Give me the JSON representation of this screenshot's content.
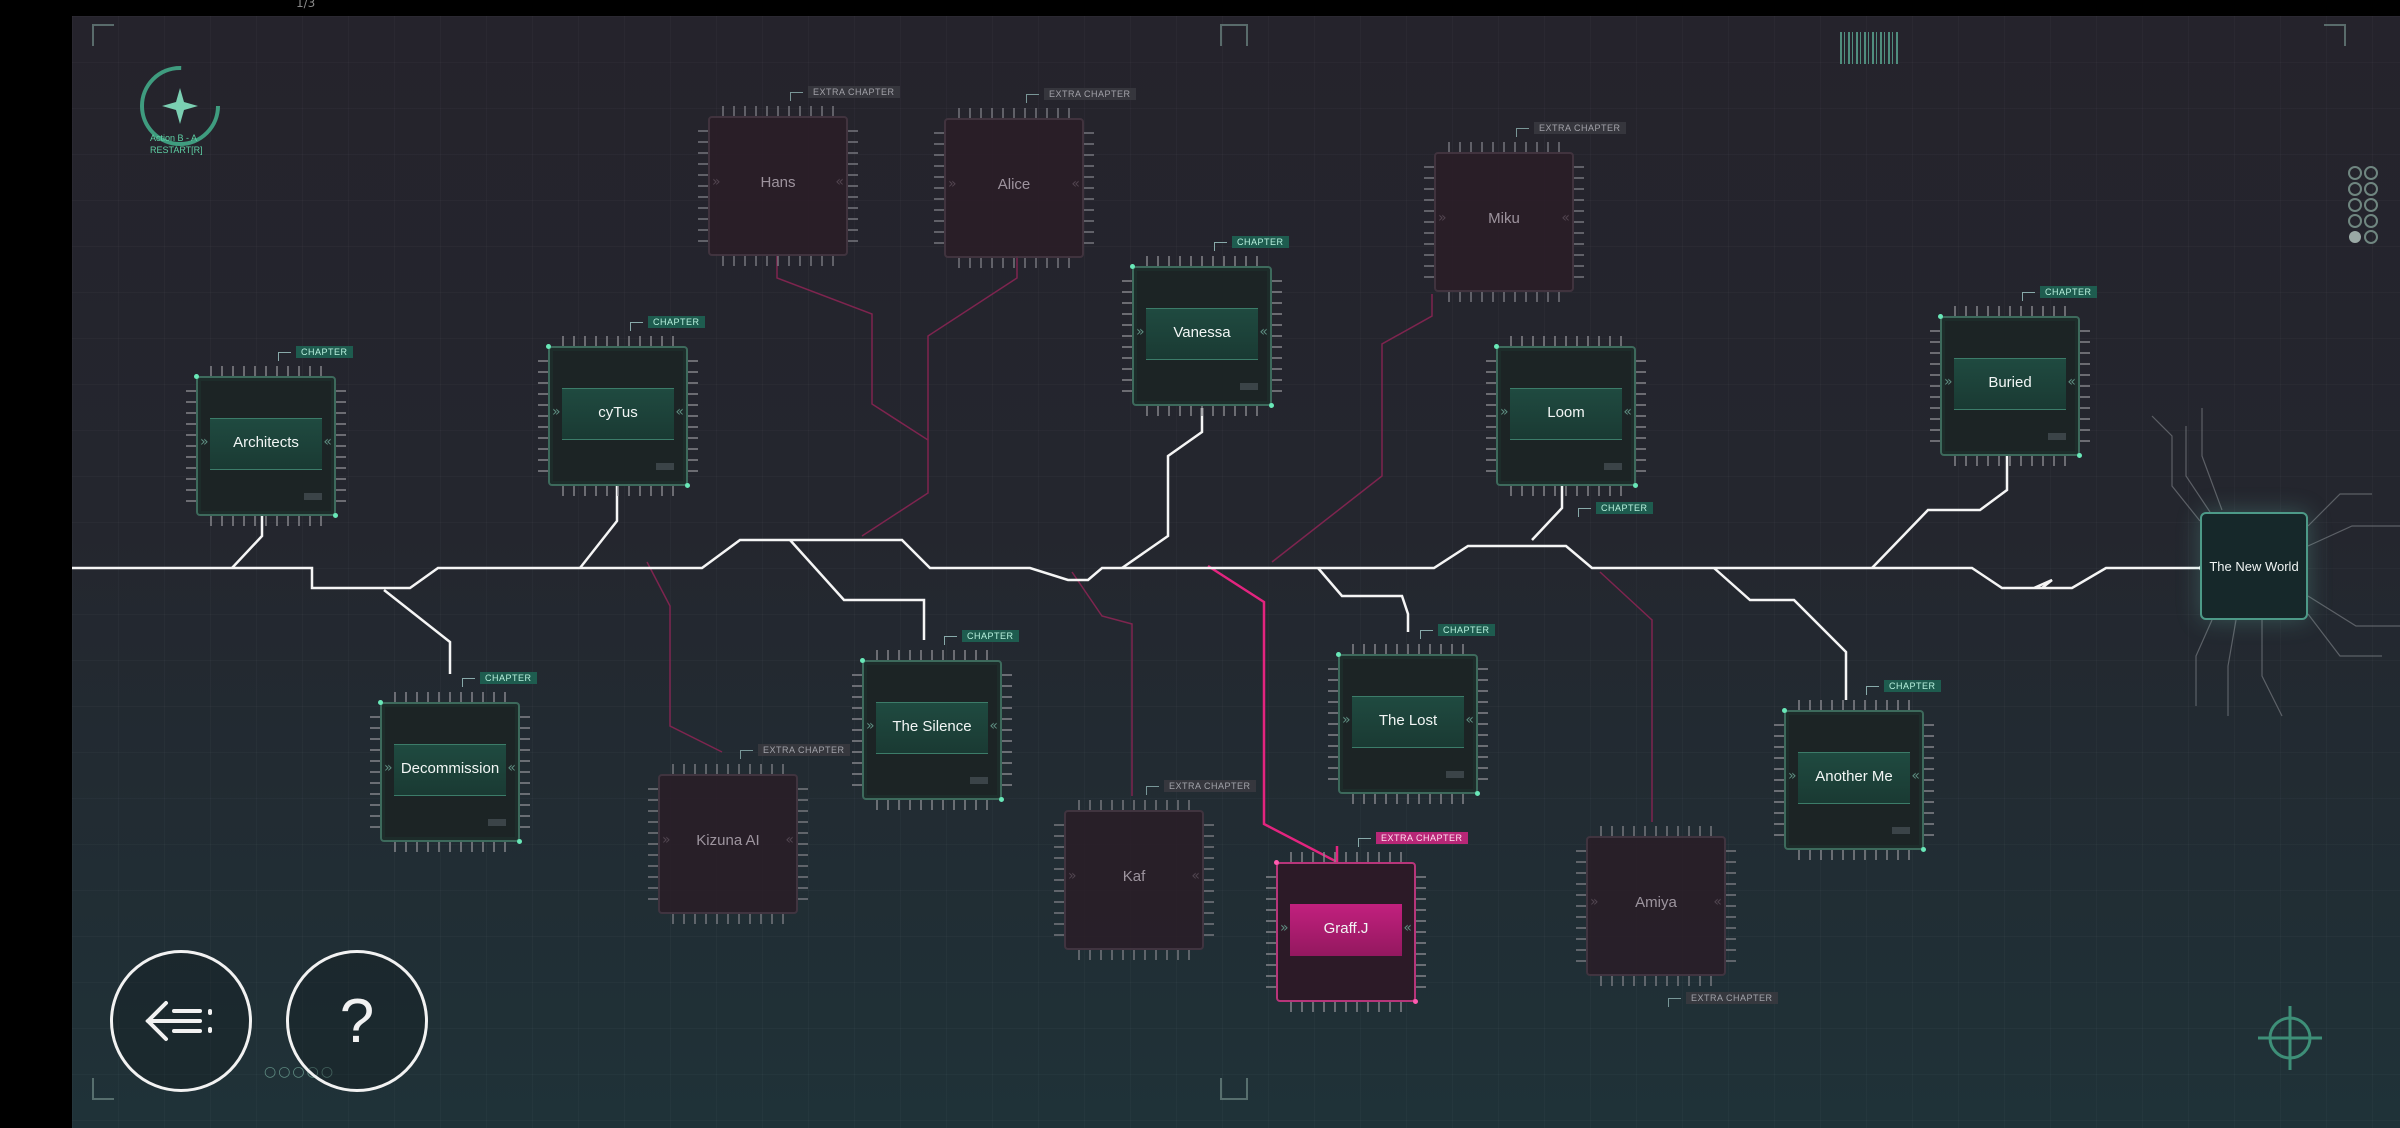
{
  "page_indicator": "1/3",
  "hud": {
    "action_line1": "Action B - A",
    "action_line2": "RESTART[R]",
    "help_label": "?"
  },
  "nodes": {
    "architects": {
      "name": "Architects",
      "tag": "CHAPTER"
    },
    "cytus": {
      "name": "cyTus",
      "tag": "CHAPTER"
    },
    "hans": {
      "name": "Hans",
      "tag": "EXTRA CHAPTER"
    },
    "alice": {
      "name": "Alice",
      "tag": "EXTRA CHAPTER"
    },
    "vanessa": {
      "name": "Vanessa",
      "tag": "CHAPTER"
    },
    "miku": {
      "name": "Miku",
      "tag": "EXTRA CHAPTER"
    },
    "loom": {
      "name": "Loom",
      "tag": "CHAPTER"
    },
    "buried": {
      "name": "Buried",
      "tag": "CHAPTER"
    },
    "decommission": {
      "name": "Decommission",
      "tag": "CHAPTER"
    },
    "kizuna": {
      "name": "Kizuna AI",
      "tag": "EXTRA CHAPTER"
    },
    "silence": {
      "name": "The Silence",
      "tag": "CHAPTER"
    },
    "kaf": {
      "name": "Kaf",
      "tag": "EXTRA CHAPTER"
    },
    "graff": {
      "name": "Graff.J",
      "tag": "EXTRA CHAPTER"
    },
    "lost": {
      "name": "The Lost",
      "tag": "CHAPTER"
    },
    "amiya": {
      "name": "Amiya",
      "tag": "EXTRA CHAPTER"
    },
    "another": {
      "name": "Another Me",
      "tag": "CHAPTER"
    },
    "newworld": {
      "name": "The New World"
    }
  },
  "colors": {
    "chapter_accent": "#3d6a5c",
    "extra_accent": "#463642",
    "active_accent": "#b82777",
    "trace_white": "#f5f5f5",
    "trace_pink": "#c6206f"
  },
  "icons": [
    "back-arrow-icon",
    "help-icon",
    "emblem-icon",
    "crosshair-icon",
    "barcode-icon"
  ]
}
